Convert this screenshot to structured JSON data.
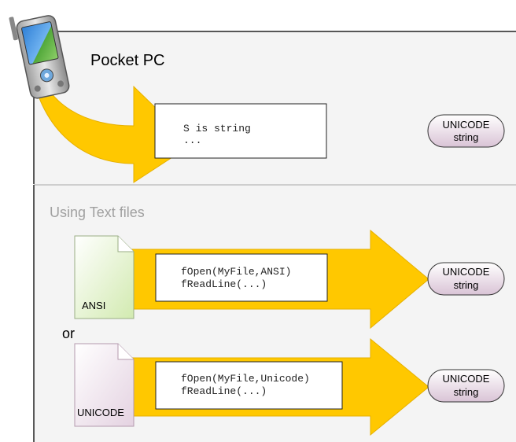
{
  "top_panel": {
    "title": "Pocket PC",
    "code_lines": [
      "S is string",
      "..."
    ],
    "result_badge": {
      "line1": "UNICODE",
      "line2": "string"
    }
  },
  "bottom_panel": {
    "title": "Using Text files",
    "separator_text": "or",
    "rows": [
      {
        "file_label": "ANSI",
        "code_lines": [
          "fOpen(MyFile,ANSI)",
          "fReadLine(...)"
        ],
        "result_badge": {
          "line1": "UNICODE",
          "line2": "string"
        }
      },
      {
        "file_label": "UNICODE",
        "code_lines": [
          "fOpen(MyFile,Unicode)",
          "fReadLine(...)"
        ],
        "result_badge": {
          "line1": "UNICODE",
          "line2": "string"
        }
      }
    ]
  },
  "colors": {
    "arrow": "#FFC800",
    "panel_bg": "#F4F4F4",
    "panel_border": "#222222",
    "divider": "#BDBDBD",
    "badge_fill": "#E9DCE8",
    "ansi_doc": "#E4F2CF",
    "unicode_doc": "#EEE3EC",
    "muted_title": "#A0A0A0"
  },
  "icons": [
    "pocket-pc-device-icon",
    "ansi-document-icon",
    "unicode-document-icon",
    "arrow-icon"
  ]
}
